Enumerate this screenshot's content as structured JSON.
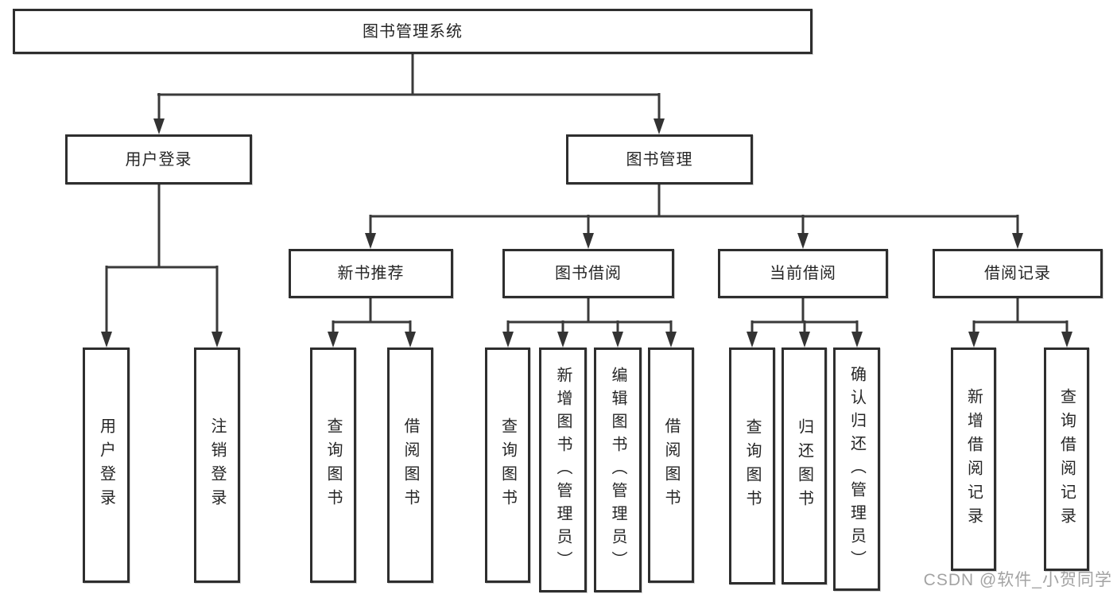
{
  "diagram_title": "图书管理系统",
  "nodes": {
    "root": "图书管理系统",
    "level2": {
      "user_login": "用户登录",
      "book_mgmt": "图书管理"
    },
    "level3": {
      "new_book_rec": "新书推荐",
      "book_borrow": "图书借阅",
      "current_borrow": "当前借阅",
      "borrow_record": "借阅记录"
    },
    "leaves": {
      "user_login": "用户登录",
      "logout": "注销登录",
      "rec_query_books": "查询图书",
      "rec_borrow_books": "借阅图书",
      "bb_query_books": "查询图书",
      "bb_add_books": "新增图书（管理员）",
      "bb_edit_books": "编辑图书（管理员）",
      "bb_borrow_books": "借阅图书",
      "cb_query_books": "查询图书",
      "cb_return_books": "归还图书",
      "cb_confirm_return": "确认归还（管理员）",
      "br_add_record": "新增借阅记录",
      "br_query_record": "查询借阅记录"
    }
  },
  "watermark": "CSDN @软件_小贺同学",
  "colors": {
    "line": "#3a3a3a",
    "box_border": "#2e2e2e",
    "text": "#262626",
    "watermark": "#969696",
    "background": "#ffffff"
  }
}
